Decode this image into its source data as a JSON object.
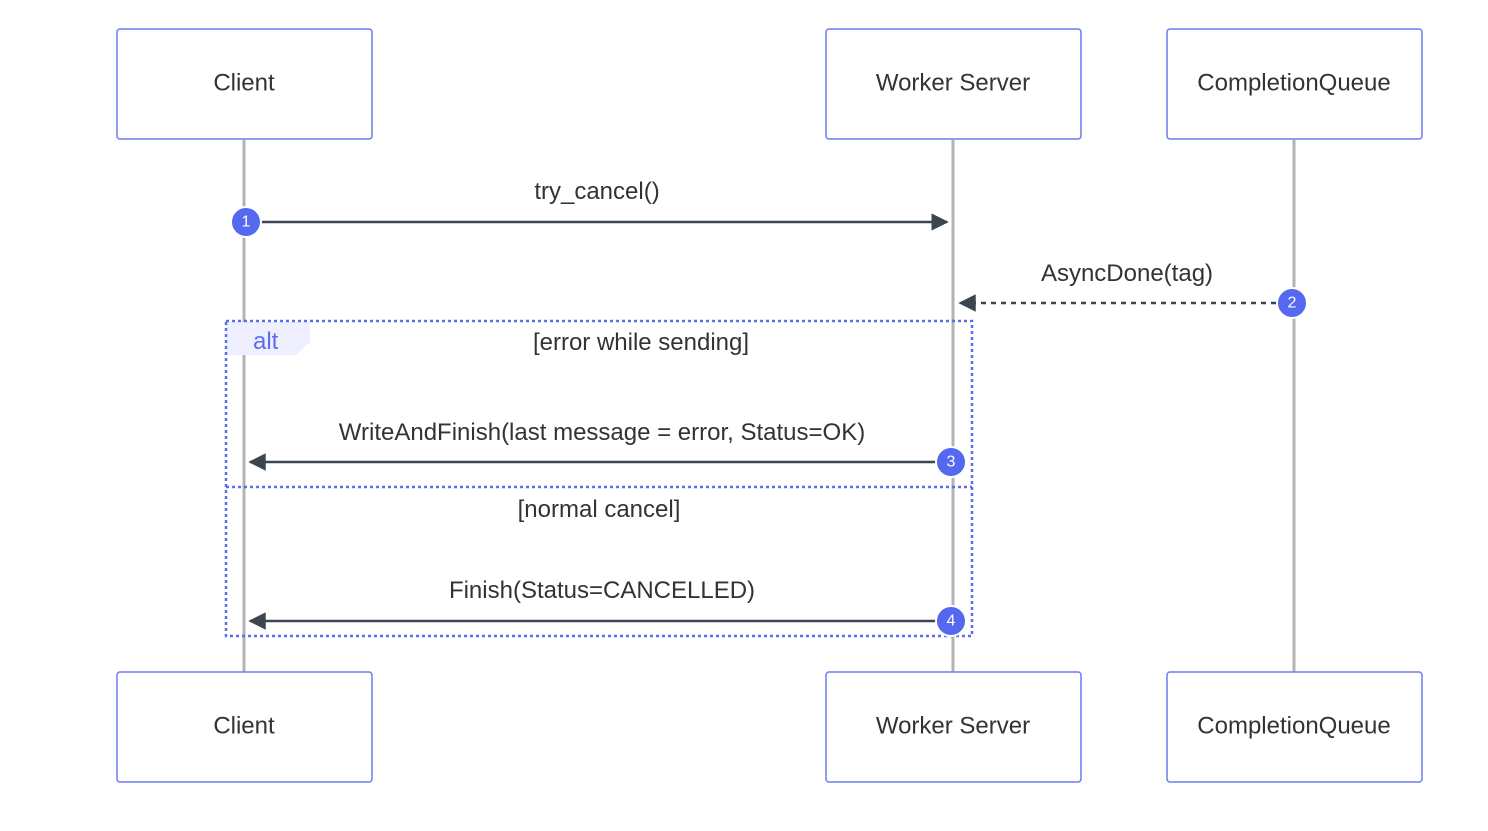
{
  "diagram": {
    "type": "sequence",
    "participants": [
      {
        "id": "client",
        "label": "Client"
      },
      {
        "id": "worker",
        "label": "Worker Server"
      },
      {
        "id": "cq",
        "label": "CompletionQueue"
      }
    ],
    "messages": [
      {
        "number": "1",
        "from": "client",
        "to": "worker",
        "label": "try_cancel()",
        "style": "solid"
      },
      {
        "number": "2",
        "from": "cq",
        "to": "worker",
        "label": "AsyncDone(tag)",
        "style": "dashed"
      },
      {
        "number": "3",
        "from": "worker",
        "to": "client",
        "label": "WriteAndFinish(last message = error, Status=OK)",
        "style": "solid"
      },
      {
        "number": "4",
        "from": "worker",
        "to": "client",
        "label": "Finish(Status=CANCELLED)",
        "style": "solid"
      }
    ],
    "alt_block": {
      "keyword": "alt",
      "condition_1": "[error while sending]",
      "condition_2": "[normal cancel]"
    },
    "colors": {
      "actor_border": "#6d7cf0",
      "lifeline": "#b3b3b3",
      "arrow": "#3b4650",
      "badge": "#5568f0",
      "frame": "#5a6cf0",
      "frame_tab": "#eef0ff"
    }
  }
}
